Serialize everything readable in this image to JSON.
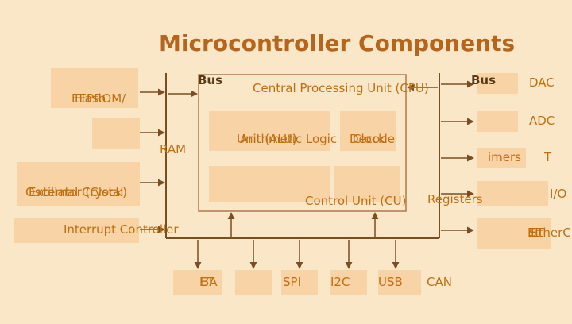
{
  "title": "Microcontroller Components",
  "colors": {
    "background": "#fae7c8",
    "box_fill": "#f8d3a6",
    "line": "#7a4e22",
    "text": "#bf6f12",
    "title": "#b5651d"
  },
  "labels": {
    "bus_left": "Bus",
    "bus_right": "Bus",
    "cpu": "Central Processing Unit (CPU)",
    "alu_overlap_a": "Unit (ALU)",
    "alu_overlap_b": "Arithmetic Logic",
    "clock_overlap_a": "Clock",
    "clock_overlap_b": "Decode",
    "control_unit": "Control Unit (CU)",
    "registers": "Registers",
    "eeprom_a": "EEPROM/",
    "eeprom_b": "Flash",
    "ram": "RAM",
    "osc_a": "Oscillator (Clock)",
    "osc_b": "External Crystal",
    "interrupt": "Interrupt Controller",
    "dac": "DAC",
    "adc": "ADC",
    "timers": "imers",
    "timers_t": "T",
    "io": "I/O",
    "ether_a": "ST",
    "ether_b": "EtherC",
    "ether_c": "Et",
    "bottom_a": "ET",
    "bottom_b": "BA",
    "spi": "SPI",
    "i2c": "I2C",
    "usb": "USB",
    "can": "CAN"
  }
}
